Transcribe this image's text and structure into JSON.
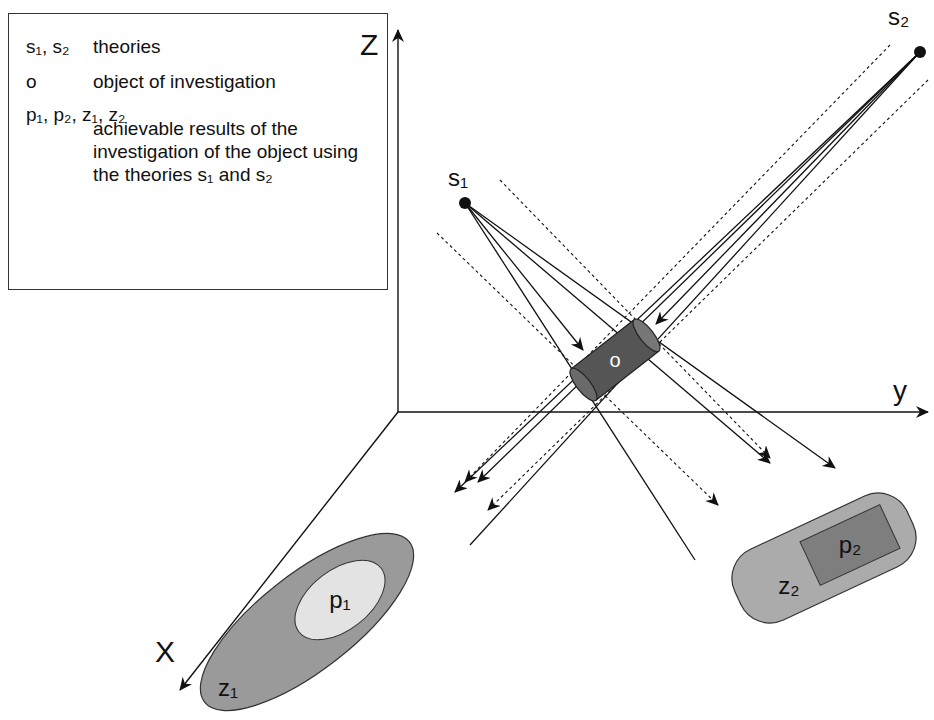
{
  "diagram": {
    "nodes": [
      {
        "text": [
          "s₁, s₂",
          "theories",
          "o",
          "object of investigation",
          "p₁, p₂, z₁, z₂",
          "achievable results of the investigation of the object using the theories s₁ and s₂"
        ]
      },
      {
        "text": [
          "z₁"
        ]
      },
      {
        "text": [
          "p₁"
        ],
        "in": 1
      },
      {
        "text": [
          "z₂"
        ]
      },
      {
        "text": [
          "p₂"
        ],
        "in": 3
      },
      {
        "text": [
          "o"
        ]
      }
    ],
    "labels": [
      "Z",
      "y",
      "X",
      "s₁",
      "s₂"
    ]
  }
}
